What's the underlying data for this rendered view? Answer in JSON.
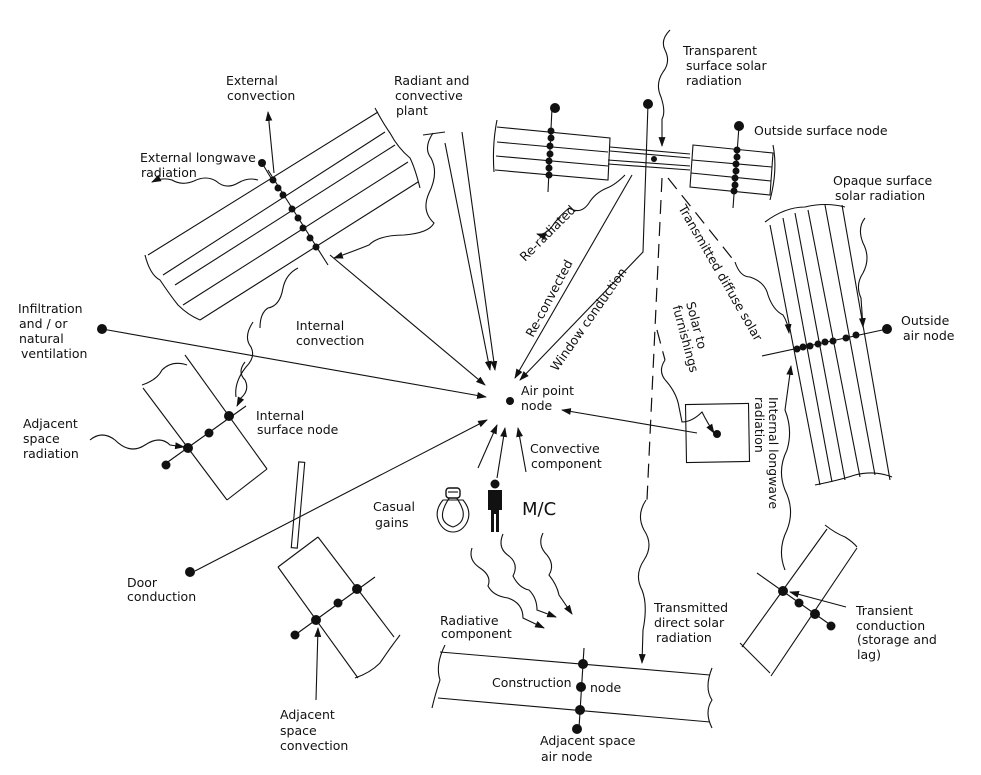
{
  "diagram": {
    "title": "Building thermal energy flow paths",
    "central_node": {
      "line1": "Air point",
      "line2": "node"
    },
    "labels": {
      "external_convection": [
        "External",
        "convection"
      ],
      "external_longwave": [
        "External longwave",
        "radiation"
      ],
      "radiant_convective_plant": [
        "Radiant and",
        "convective",
        "plant"
      ],
      "transparent_solar": [
        "Transparent",
        "surface solar",
        "radiation"
      ],
      "outside_surface_node": [
        "Outside surface node"
      ],
      "opaque_solar": [
        "Opaque surface",
        "solar radiation"
      ],
      "outside_air_node": [
        "Outside",
        "air node"
      ],
      "infiltration": [
        "Infiltration",
        "and / or",
        "natural",
        "ventilation"
      ],
      "internal_convection": [
        "Internal",
        "convection"
      ],
      "adjacent_radiation": [
        "Adjacent",
        "space",
        "radiation"
      ],
      "internal_surface_node": [
        "Internal",
        "surface node"
      ],
      "convective_component": [
        "Convective",
        "component"
      ],
      "casual_gains": [
        "Casual",
        "gains"
      ],
      "mc": "M/C",
      "door_conduction": [
        "Door",
        "conduction"
      ],
      "adjacent_convection": [
        "Adjacent",
        "space",
        "convection"
      ],
      "radiative_component": [
        "Radiative",
        "component"
      ],
      "construction_node": [
        "Construction",
        "node"
      ],
      "adjacent_air_node": [
        "Adjacent space",
        "air node"
      ],
      "transmitted_direct": [
        "Transmitted",
        "direct solar",
        "radiation"
      ],
      "transient_conduction": [
        "Transient",
        "conduction",
        "(storage and",
        "lag)"
      ],
      "re_radiated": "Re-radiated",
      "re_convected": "Re-convected",
      "window_conduction": "Window conduction",
      "transmitted_diffuse": "Transmitted diffuse solar",
      "solar_furnishings": [
        "Solar to",
        "furnishings"
      ],
      "internal_longwave": [
        "Internal longwave",
        "radiation"
      ]
    }
  }
}
